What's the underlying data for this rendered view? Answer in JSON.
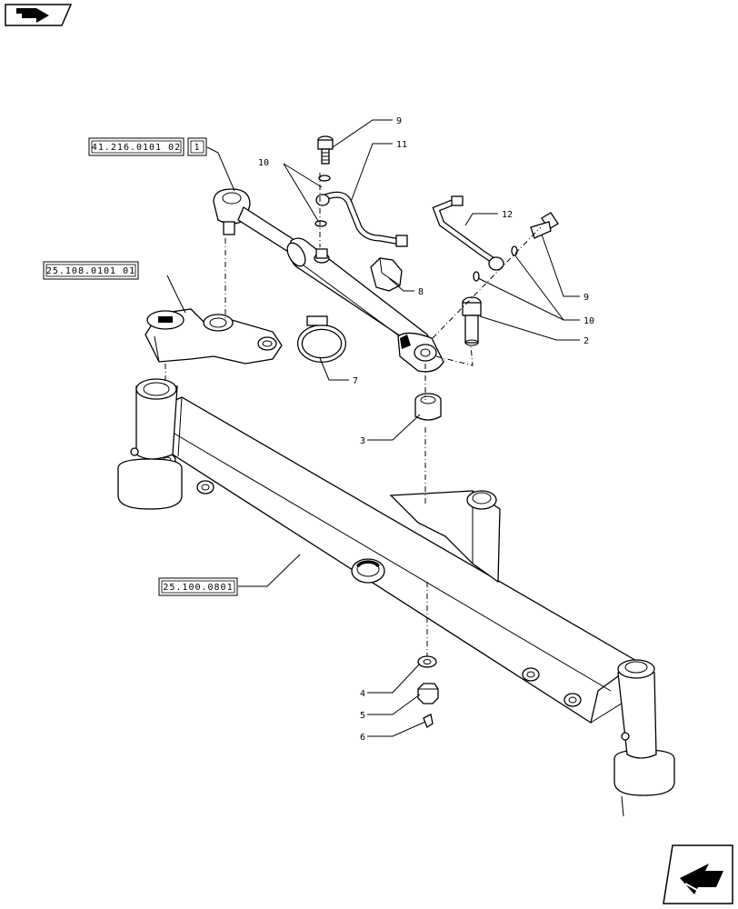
{
  "nav": {
    "prev_icon": "folder-arrow-icon",
    "next_icon": "next-page-arrow-icon"
  },
  "references": {
    "steering_cylinder_ref": "41.216.0101 02",
    "steering_cylinder_index": "1",
    "steering_arm_ref": "25.108.0101 01",
    "axle_ref": "25.100.0801"
  },
  "callouts": {
    "c1": "9",
    "c2": "11",
    "c3": "10",
    "c4": "12",
    "c5": "8",
    "c6": "9",
    "c7": "10",
    "c8": "2",
    "c9": "7",
    "c10": "3",
    "c11": "4",
    "c12": "5",
    "c13": "6"
  },
  "colors": {
    "line": "#000000",
    "background": "#ffffff"
  }
}
